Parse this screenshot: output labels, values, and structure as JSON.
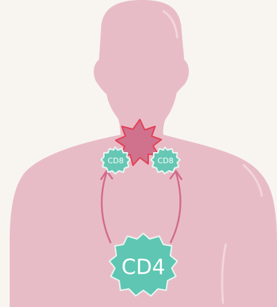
{
  "colors": {
    "background": "#f8f5f1",
    "body": "#e8bcc6",
    "body_highlight": "#f2d6dc",
    "infection": "#d0728d",
    "infection_outline": "#e33f54",
    "cd8": "#66c7b4",
    "cd8_outline": "#e9f6f2",
    "cd4": "#5ec6b2",
    "arrow": "#d36a8a"
  },
  "cells": {
    "cd8_left_label": "CD8",
    "cd8_right_label": "CD8",
    "cd4_label": "CD4"
  },
  "icons": {
    "infection": "spiky-burst-icon",
    "cd8": "gear-cell-icon",
    "cd4": "gear-cell-icon"
  }
}
